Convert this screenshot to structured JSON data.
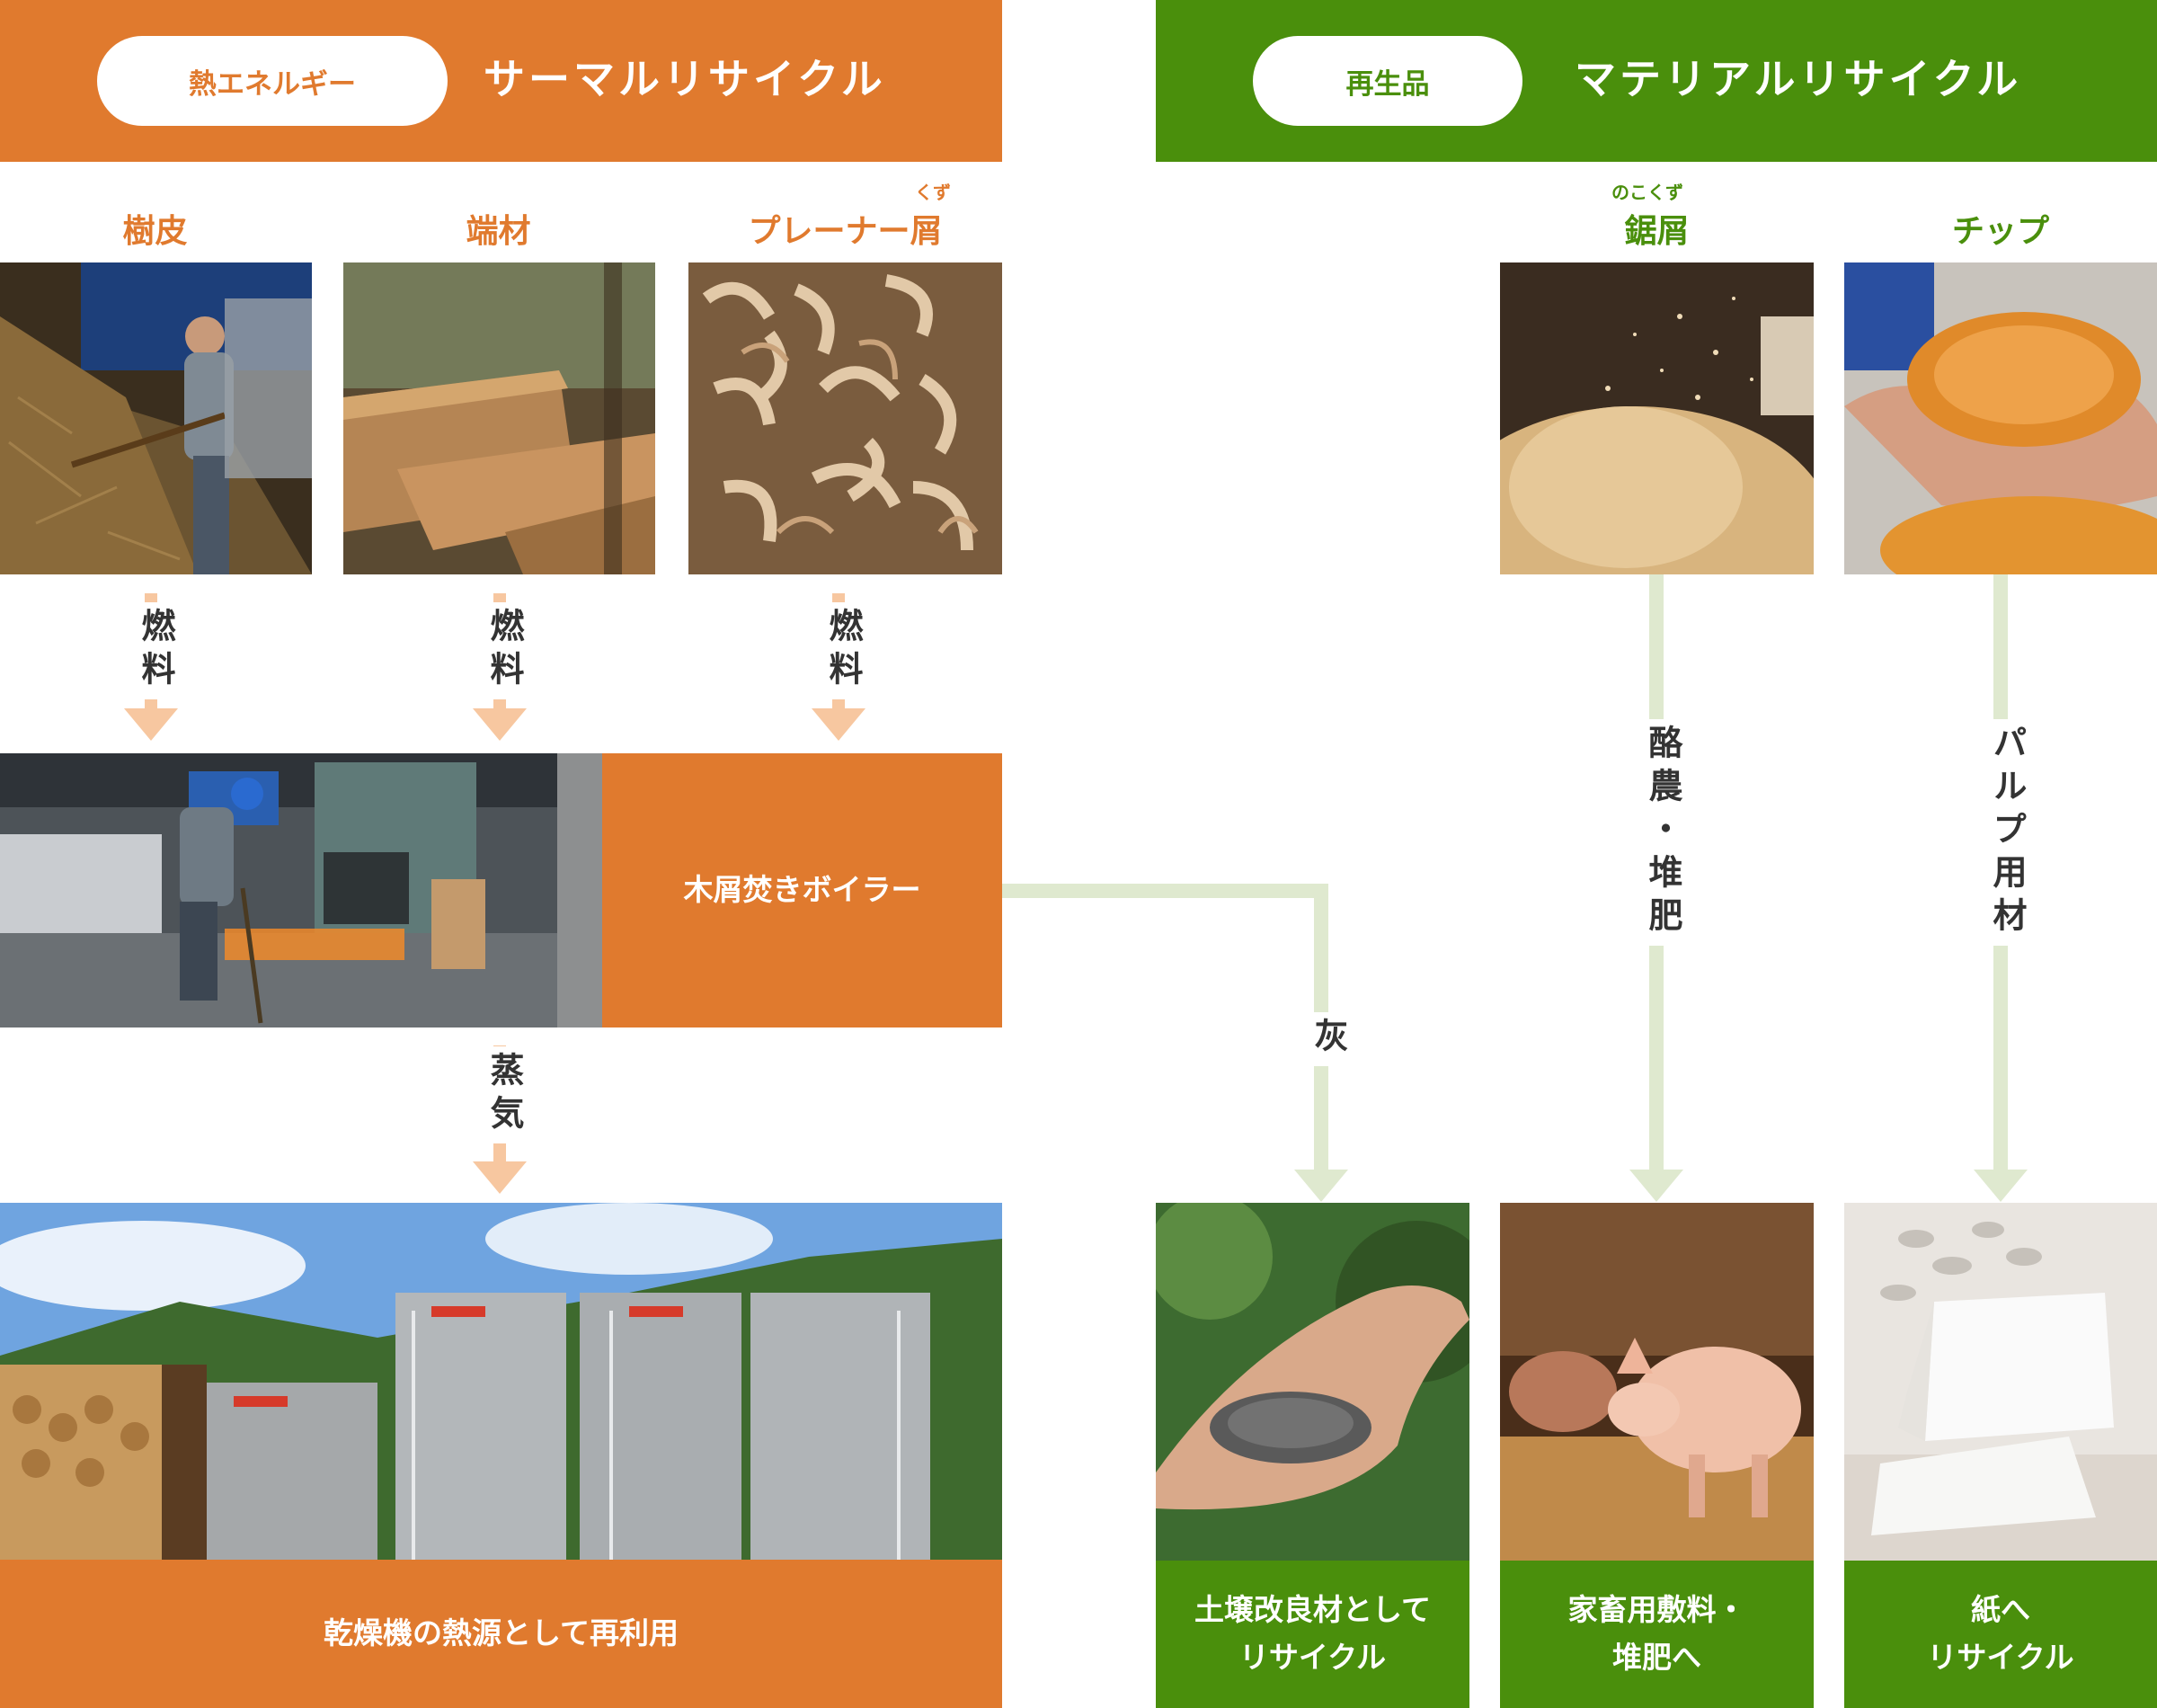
{
  "thermal": {
    "pill": "熱エネルギー",
    "title": "サーマルリサイクル",
    "sources": [
      {
        "label": "樹皮",
        "ruby": ""
      },
      {
        "label": "端材",
        "ruby": ""
      },
      {
        "label": "プレーナー屑",
        "ruby": "くず"
      }
    ],
    "flow_label": "燃料",
    "boiler": "木屑焚きボイラー",
    "steam_label": "蒸気",
    "result": "乾燥機の熱源として再利用"
  },
  "material": {
    "pill": "再生品",
    "title": "マテリアルリサイクル",
    "sources": [
      {
        "label": "鋸屑",
        "ruby": "のこくず"
      },
      {
        "label": "チップ",
        "ruby": ""
      }
    ],
    "ash_label": "灰",
    "sawdust_use": "酪農・堆肥",
    "chip_use": "パルプ用材",
    "results": [
      {
        "line1": "土壌改良材として",
        "line2": "リサイクル"
      },
      {
        "line1": "家畜用敷料・",
        "line2": "堆肥へ"
      },
      {
        "line1": "紙へ",
        "line2": "リサイクル"
      }
    ]
  },
  "colors": {
    "orange": "#e07a2e",
    "green": "#4a8f0c",
    "peach_arrow": "#f7c7a0",
    "pale_green_line": "#dfe9cf"
  },
  "photos": [
    "bark-pile-worker",
    "offcut-timber",
    "planer-shavings",
    "sawdust",
    "wood-chips-hands",
    "boiler-room-worker",
    "dryer-machines",
    "ash-in-hand",
    "pig-on-bedding",
    "paper-card"
  ]
}
